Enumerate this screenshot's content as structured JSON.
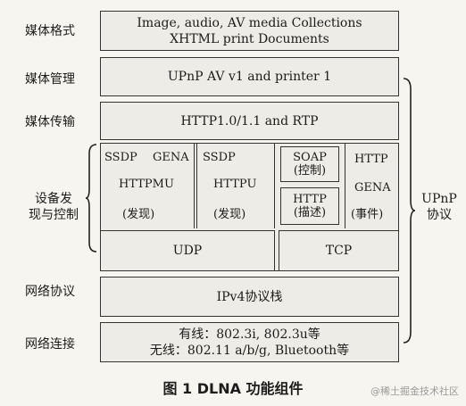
{
  "layers": {
    "media_format": {
      "label": "媒体格式",
      "line1": "Image, audio, AV media Collections",
      "line2": "XHTML print Documents"
    },
    "media_management": {
      "label": "媒体管理",
      "text": "UPnP AV v1 and printer 1"
    },
    "media_transport": {
      "label": "媒体传输",
      "text": "HTTP1.0/1.1 and RTP"
    },
    "device_discovery": {
      "label_line1": "设备发",
      "label_line2": "现与控制",
      "ssdp_gena": {
        "ssdp": "SSDP",
        "gena": "GENA",
        "protocol": "HTTPMU",
        "note": "(发现)"
      },
      "ssdp_httpu": {
        "ssdp": "SSDP",
        "protocol": "HTTPU",
        "note": "(发现)"
      },
      "soap": {
        "name": "SOAP",
        "note": "(控制)"
      },
      "http_desc": {
        "name": "HTTP",
        "note": "(描述)"
      },
      "http_gena": {
        "http": "HTTP",
        "gena": "GENA",
        "note": "(事件)"
      },
      "udp": "UDP",
      "tcp": "TCP"
    },
    "network_protocol": {
      "label": "网络协议",
      "text": "IPv4协议栈"
    },
    "network_connection": {
      "label": "网络连接",
      "line1": "有线：802.3i, 802.3u等",
      "line2": "无线：802.11 a/b/g, Bluetooth等"
    }
  },
  "upnp_brace_label": {
    "line1": "UPnP",
    "line2": "协议"
  },
  "caption": "图 1  DLNA 功能组件",
  "watermark": "@稀土掘金技术社区"
}
